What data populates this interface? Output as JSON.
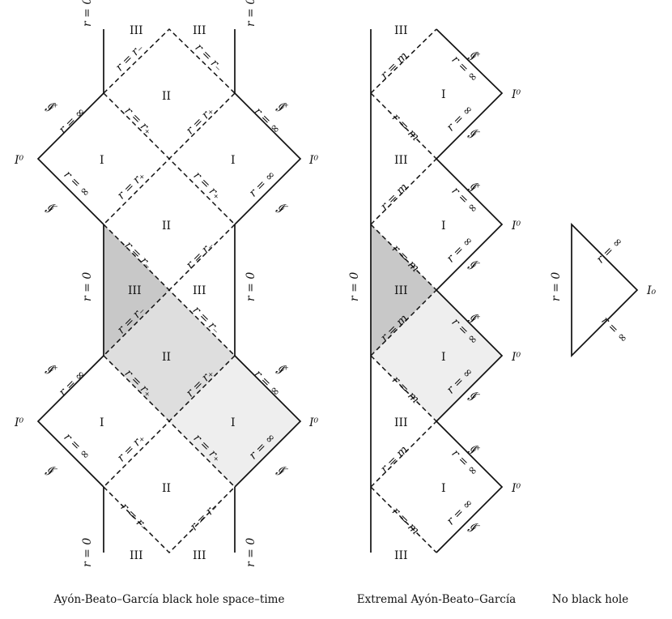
{
  "panels": {
    "abg": {
      "caption": "Ayón-Beato–García black hole space–time",
      "labels": {
        "r0": "r = 0",
        "rinf": "r = ∞",
        "rplus": "r = r₊",
        "rminus": "r = r₋",
        "scri_plus": "𝓘⁺",
        "scri_minus": "𝓘⁻",
        "spatial_inf": "I⁰",
        "region_I": "I",
        "region_II": "II",
        "region_III": "III"
      }
    },
    "extremal": {
      "caption": "Extremal Ayón-Beato–García",
      "labels": {
        "r0": "r = 0",
        "rinf": "r = ∞",
        "rm": "r = m",
        "scri_plus": "𝓘⁺",
        "scri_minus": "𝓘⁻",
        "spatial_inf": "I⁰",
        "region_I": "I",
        "region_III": "III"
      }
    },
    "nobh": {
      "caption": "No black hole",
      "labels": {
        "r0": "r = 0",
        "rinf": "r = ∞",
        "spatial_inf": "I₀"
      }
    }
  },
  "colors": {
    "shade_dark": "#c8c8c8",
    "shade_mid": "#dedede",
    "shade_light": "#eeeeee",
    "line": "#111111"
  }
}
